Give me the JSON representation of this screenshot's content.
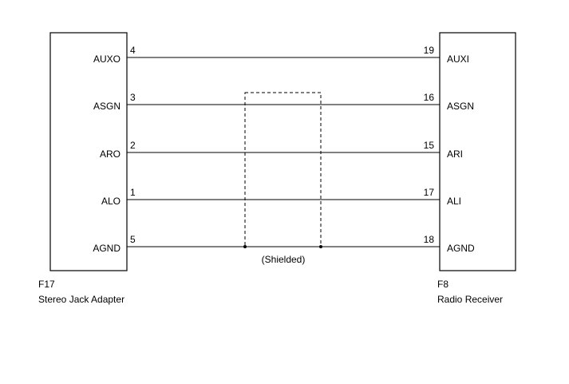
{
  "left_connector": {
    "code": "F17",
    "name": "Stereo Jack Adapter",
    "pins": [
      {
        "num": "4",
        "label": "AUXO"
      },
      {
        "num": "3",
        "label": "ASGN"
      },
      {
        "num": "2",
        "label": "ARO"
      },
      {
        "num": "1",
        "label": "ALO"
      },
      {
        "num": "5",
        "label": "AGND"
      }
    ]
  },
  "right_connector": {
    "code": "F8",
    "name": "Radio Receiver",
    "pins": [
      {
        "num": "19",
        "label": "AUXI"
      },
      {
        "num": "16",
        "label": "ASGN"
      },
      {
        "num": "15",
        "label": "ARI"
      },
      {
        "num": "17",
        "label": "ALI"
      },
      {
        "num": "18",
        "label": "AGND"
      }
    ]
  },
  "shield": {
    "label": "(Shielded)"
  }
}
